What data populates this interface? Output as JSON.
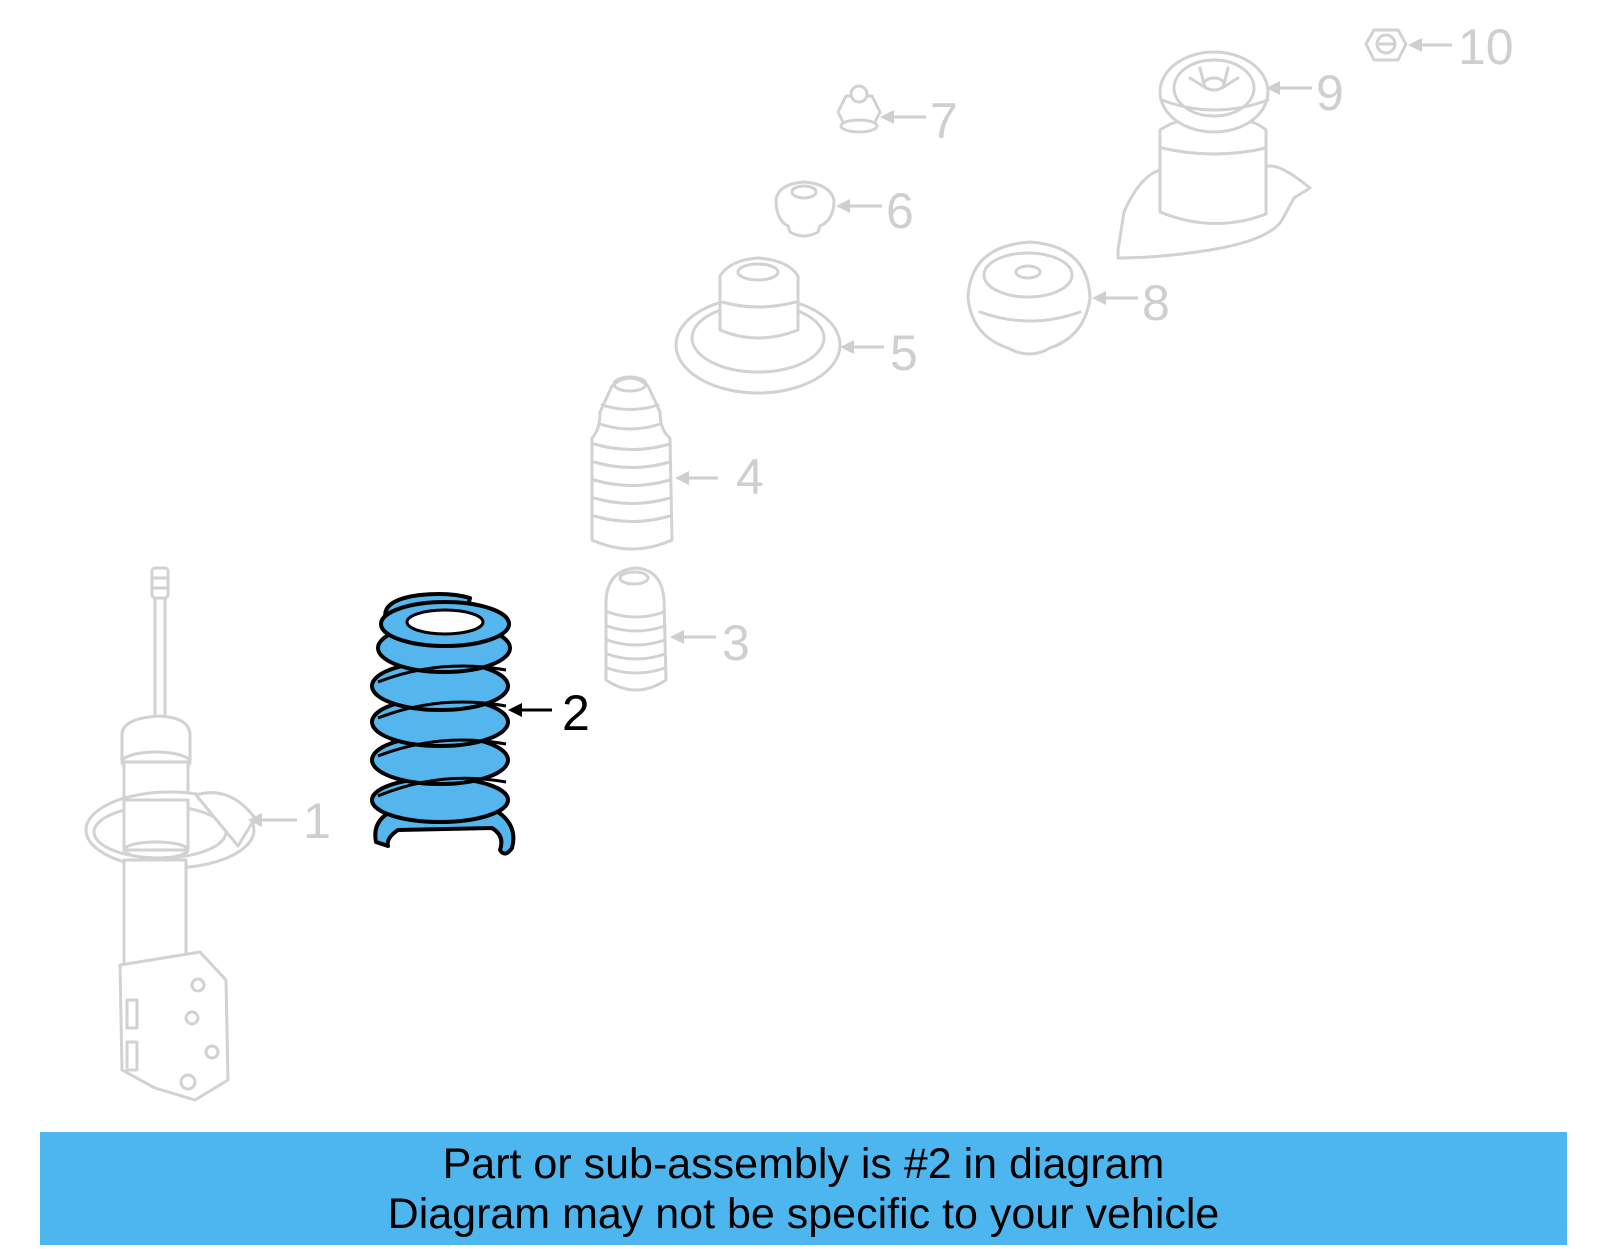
{
  "diagram": {
    "highlight_color": "#4db6ee",
    "faded_color": "#d2d2d2",
    "selected_part": "2",
    "callouts": [
      {
        "label": "1",
        "part": "strut-assembly"
      },
      {
        "label": "2",
        "part": "coil-spring"
      },
      {
        "label": "3",
        "part": "bump-stop"
      },
      {
        "label": "4",
        "part": "dust-boot"
      },
      {
        "label": "5",
        "part": "spring-seat"
      },
      {
        "label": "6",
        "part": "insulator"
      },
      {
        "label": "7",
        "part": "nut"
      },
      {
        "label": "8",
        "part": "bearing"
      },
      {
        "label": "9",
        "part": "strut-mount"
      },
      {
        "label": "10",
        "part": "nut"
      }
    ]
  },
  "banner": {
    "line1": "Part or sub-assembly is #2 in diagram",
    "line2": "Diagram may not be specific to your vehicle"
  }
}
